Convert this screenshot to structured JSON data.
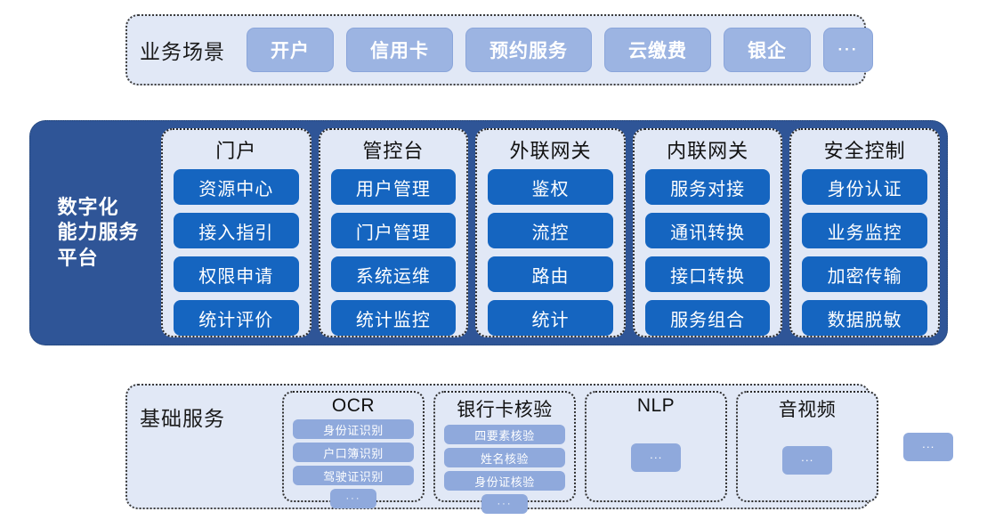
{
  "scenario": {
    "title": "业务场景",
    "chips": [
      "开户",
      "信用卡",
      "预约服务",
      "云缴费",
      "银企"
    ],
    "more": "···"
  },
  "platform": {
    "label": "数字化\n能力服务\n平台",
    "label_lines": [
      "数字化",
      "能力服务",
      "平台"
    ],
    "columns": [
      {
        "title": "门户",
        "items": [
          "资源中心",
          "接入指引",
          "权限申请",
          "统计评价"
        ]
      },
      {
        "title": "管控台",
        "items": [
          "用户管理",
          "门户管理",
          "系统运维",
          "统计监控"
        ]
      },
      {
        "title": "外联网关",
        "items": [
          "鉴权",
          "流控",
          "路由",
          "统计"
        ]
      },
      {
        "title": "内联网关",
        "items": [
          "服务对接",
          "通讯转换",
          "接口转换",
          "服务组合"
        ]
      },
      {
        "title": "安全控制",
        "items": [
          "身份认证",
          "业务监控",
          "加密传输",
          "数据脱敏"
        ]
      }
    ]
  },
  "base_services": {
    "title": "基础服务",
    "cards": [
      {
        "title": "OCR",
        "items": [
          "身份证识别",
          "户口簿识别",
          "驾驶证识别"
        ],
        "more": "···"
      },
      {
        "title": "银行卡核验",
        "items": [
          "四要素核验",
          "姓名核验",
          "身份证核验"
        ],
        "more": "···"
      },
      {
        "title": "NLP",
        "items": [],
        "more": "···"
      },
      {
        "title": "音视频",
        "items": [],
        "more": "···"
      }
    ],
    "tail_more": "···"
  },
  "colors": {
    "navy": "#2f5597",
    "bright_blue": "#1565c0",
    "periwinkle": "#9cb4e2",
    "periwinkle_small": "#8fa9dc",
    "panel_bg": "#e1e8f6",
    "page_bg": "#ffffff"
  }
}
